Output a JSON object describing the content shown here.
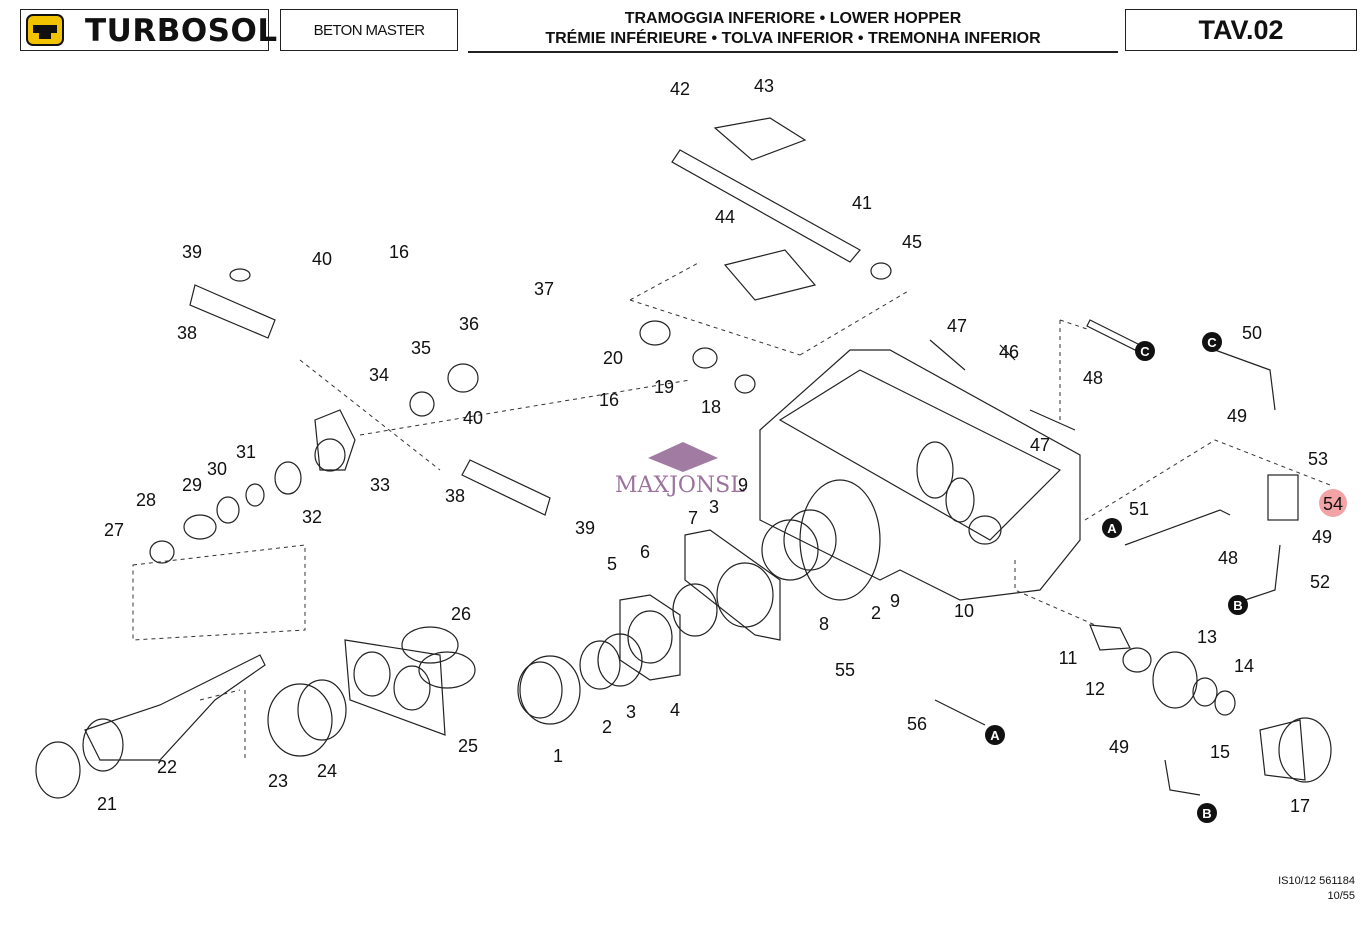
{
  "header": {
    "brand": "TURBOSOL",
    "model": "BETON MASTER",
    "title_line1": "TRAMOGGIA INFERIORE • LOWER HOPPER",
    "title_line2": "TRÉMIE INFÉRIEURE • TOLVA INFERIOR • TREMONHA INFERIOR",
    "sheet": "TAV.02"
  },
  "watermark": "MAXJONSL",
  "footer": {
    "code": "IS10/12 561184",
    "page": "10/55"
  },
  "colors": {
    "ink": "#222222",
    "highlight": "#e8575c",
    "logo_yellow": "#f2c300",
    "watermark": "#8b5a8c"
  },
  "parts": [
    "1",
    "2",
    "2",
    "3",
    "3",
    "4",
    "5",
    "6",
    "7",
    "8",
    "9",
    "9",
    "10",
    "11",
    "12",
    "13",
    "14",
    "15",
    "16",
    "16",
    "17",
    "18",
    "19",
    "20",
    "21",
    "22",
    "23",
    "24",
    "25",
    "26",
    "27",
    "28",
    "29",
    "30",
    "31",
    "32",
    "33",
    "34",
    "35",
    "36",
    "37",
    "38",
    "38",
    "39",
    "39",
    "40",
    "40",
    "41",
    "42",
    "43",
    "44",
    "45",
    "46",
    "47",
    "47",
    "48",
    "48",
    "49",
    "49",
    "49",
    "50",
    "51",
    "52",
    "53",
    "54",
    "55",
    "56"
  ],
  "references": [
    "A",
    "A",
    "B",
    "B",
    "C",
    "C"
  ],
  "highlighted_part": "54"
}
